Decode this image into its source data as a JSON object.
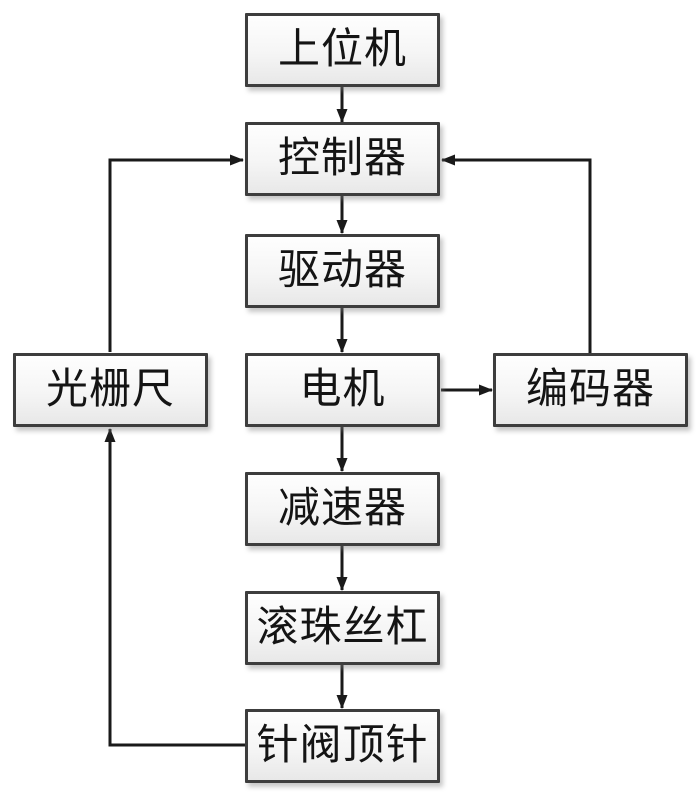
{
  "diagram": {
    "background_color": "#ffffff",
    "line_color": "#1a1a1a",
    "box_border_color": "#3d3d3d",
    "box_fill_top": "#fefefe",
    "box_fill_bottom": "#e8e8e8",
    "nodes": {
      "host": {
        "label": "上位机"
      },
      "controller": {
        "label": "控制器"
      },
      "driver": {
        "label": "驱动器"
      },
      "motor": {
        "label": "电机"
      },
      "reducer": {
        "label": "减速器"
      },
      "ballscrew": {
        "label": "滚珠丝杠"
      },
      "needle": {
        "label": "针阀顶针"
      },
      "grating": {
        "label": "光栅尺"
      },
      "encoder": {
        "label": "编码器"
      }
    },
    "edges": [
      {
        "from": "上位机",
        "to": "控制器",
        "style": "arrow-down"
      },
      {
        "from": "控制器",
        "to": "驱动器",
        "style": "arrow-down"
      },
      {
        "from": "驱动器",
        "to": "电机",
        "style": "arrow-down"
      },
      {
        "from": "电机",
        "to": "减速器",
        "style": "arrow-down"
      },
      {
        "from": "减速器",
        "to": "滚珠丝杠",
        "style": "arrow-down"
      },
      {
        "from": "滚珠丝杠",
        "to": "针阀顶针",
        "style": "arrow-down"
      },
      {
        "from": "电机",
        "to": "编码器",
        "style": "arrow-right"
      },
      {
        "from": "编码器",
        "to": "控制器",
        "style": "feedback-up-left"
      },
      {
        "from": "针阀顶针",
        "to": "光栅尺",
        "style": "feedback-left-up"
      },
      {
        "from": "光栅尺",
        "to": "控制器",
        "style": "feedback-up-right"
      }
    ]
  }
}
